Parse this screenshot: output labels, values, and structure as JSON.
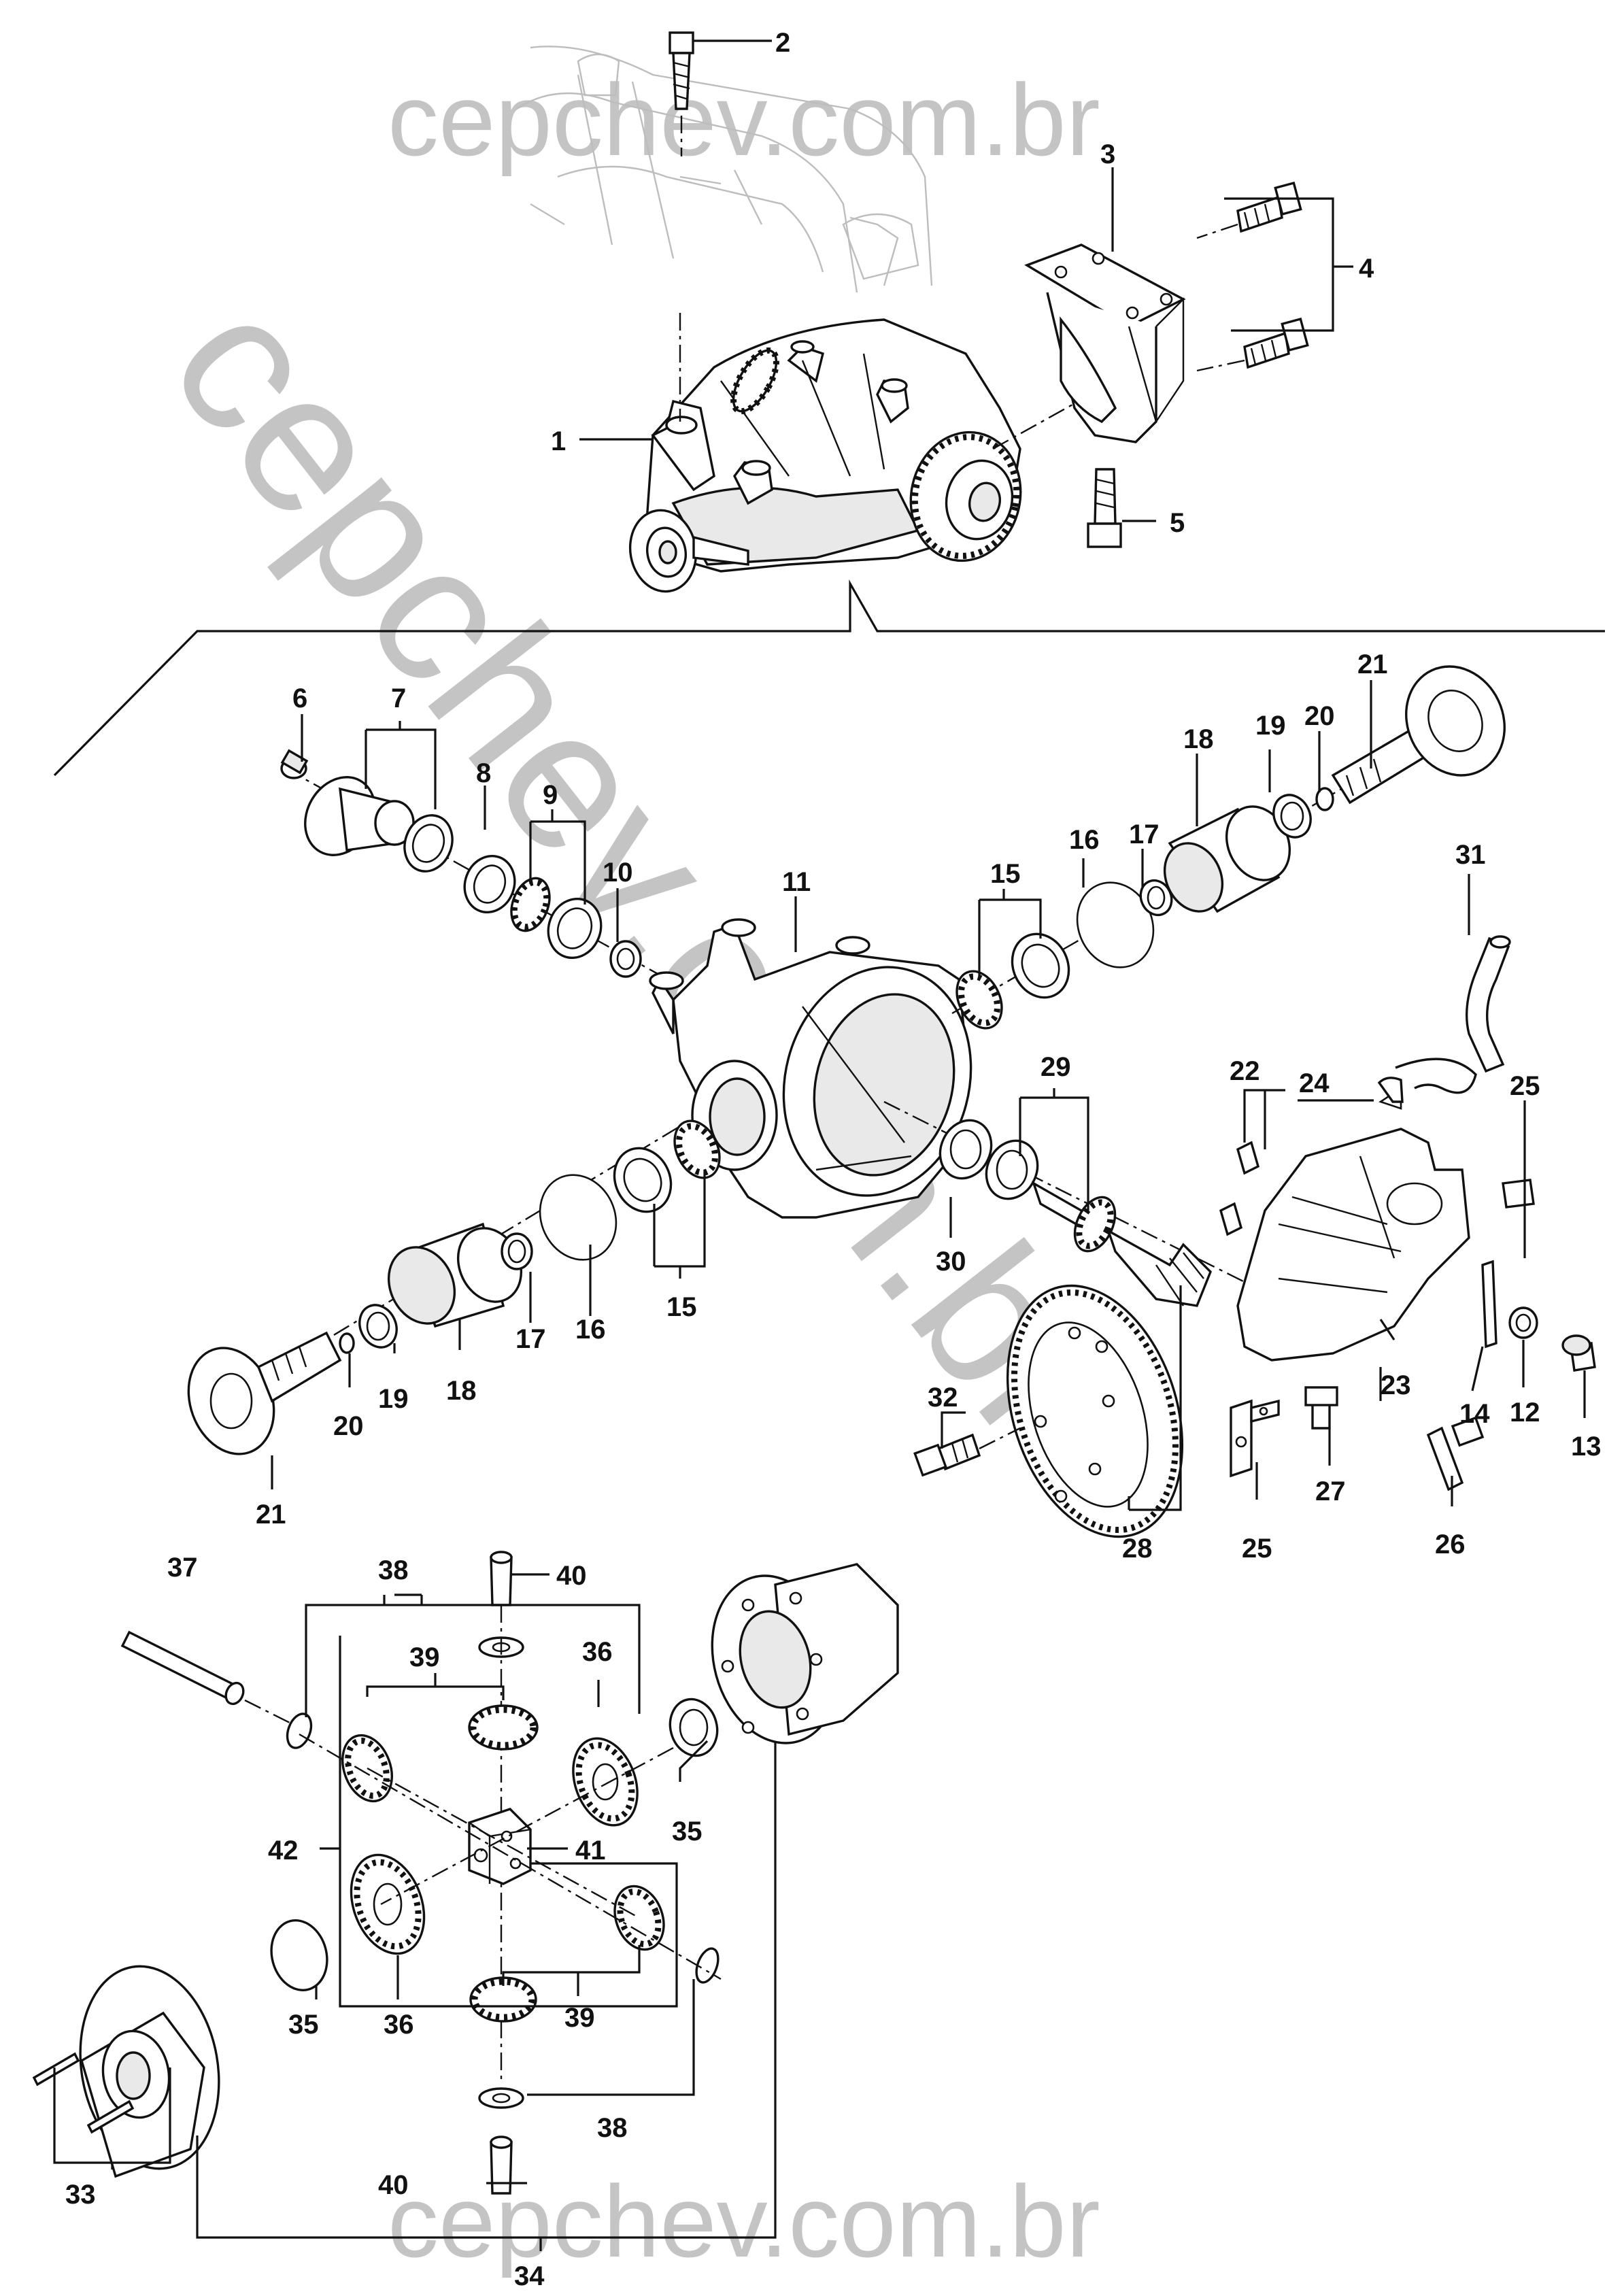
{
  "watermark": {
    "top": "cepchev.com.br",
    "diagonal": "cepchev.com.br",
    "bottom": "cepchev.com.br"
  },
  "callouts": [
    "1",
    "2",
    "3",
    "4",
    "5",
    "6",
    "7",
    "8",
    "9",
    "10",
    "11",
    "12",
    "13",
    "14",
    "15",
    "15",
    "16",
    "16",
    "17",
    "17",
    "18",
    "18",
    "19",
    "19",
    "20",
    "20",
    "21",
    "21",
    "22",
    "23",
    "24",
    "25",
    "25",
    "26",
    "27",
    "28",
    "29",
    "30",
    "31",
    "32",
    "33",
    "34",
    "35",
    "35",
    "36",
    "36",
    "37",
    "38",
    "38",
    "39",
    "39",
    "40",
    "40",
    "41",
    "42"
  ]
}
